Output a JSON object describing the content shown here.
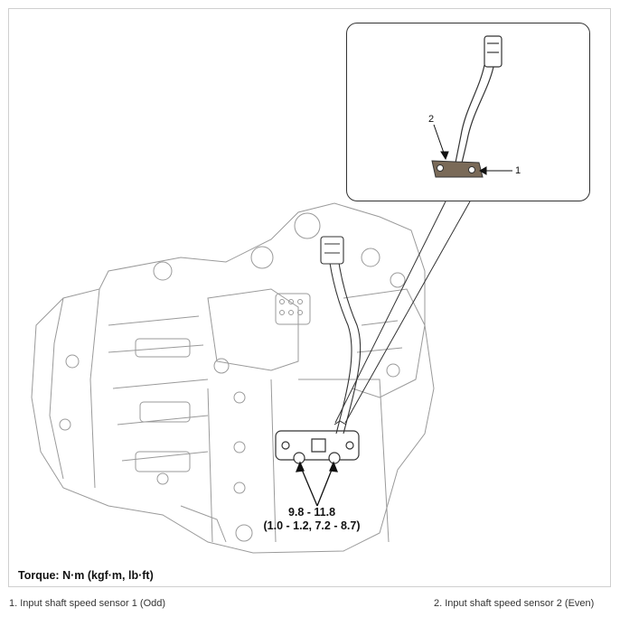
{
  "callout": {
    "label_1": "1",
    "label_2": "2"
  },
  "torque": {
    "value_nm": "9.8 - 11.8",
    "value_alt": "(1.0 - 1.2, 7.2 - 8.7)",
    "units_label": "Torque: N·m (kgf·m, lb·ft)"
  },
  "captions": [
    "1. Input shaft speed sensor 1 (Odd)",
    "2. Input shaft speed sensor 2 (Even)"
  ],
  "colors": {
    "line": "#8a8a8a",
    "ink": "#111111",
    "frame": "#cfcfcf"
  }
}
